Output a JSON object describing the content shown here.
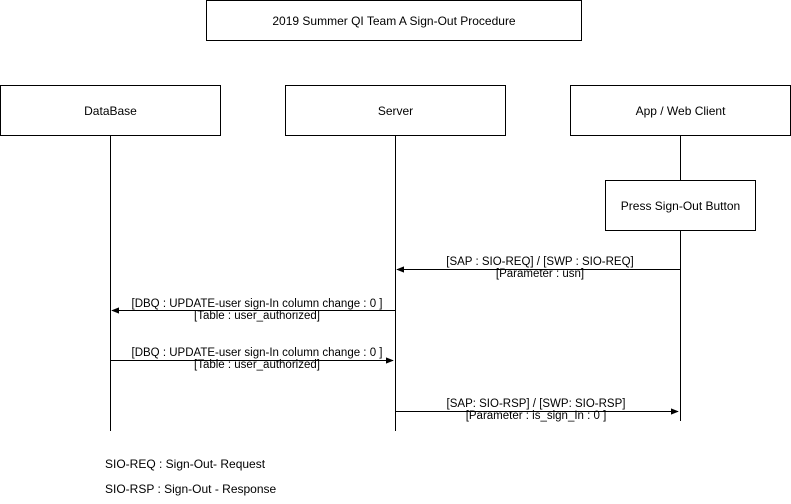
{
  "title": "2019 Summer QI Team A Sign-Out Procedure",
  "participants": {
    "database": "DataBase",
    "server": "Server",
    "client": "App / Web Client"
  },
  "action": "Press Sign-Out Button",
  "messages": {
    "m1": {
      "line1": "[SAP : SIO-REQ] / [SWP : SIO-REQ]",
      "line2": "[Parameter : usn]"
    },
    "m2": {
      "line1": "[DBQ : UPDATE-user sign-In column change : 0 ]",
      "line2": "[Table : user_authorized]"
    },
    "m3": {
      "line1": "[DBQ : UPDATE-user sign-In column change : 0 ]",
      "line2": "[Table : user_authorized]"
    },
    "m4": {
      "line1": "[SAP: SIO-RSP] / [SWP: SIO-RSP]",
      "line2": "[Parameter : is_sign_In : 0 ]"
    }
  },
  "legend": {
    "req": "SIO-REQ : Sign-Out- Request",
    "rsp": "SIO-RSP : Sign-Out - Response"
  }
}
